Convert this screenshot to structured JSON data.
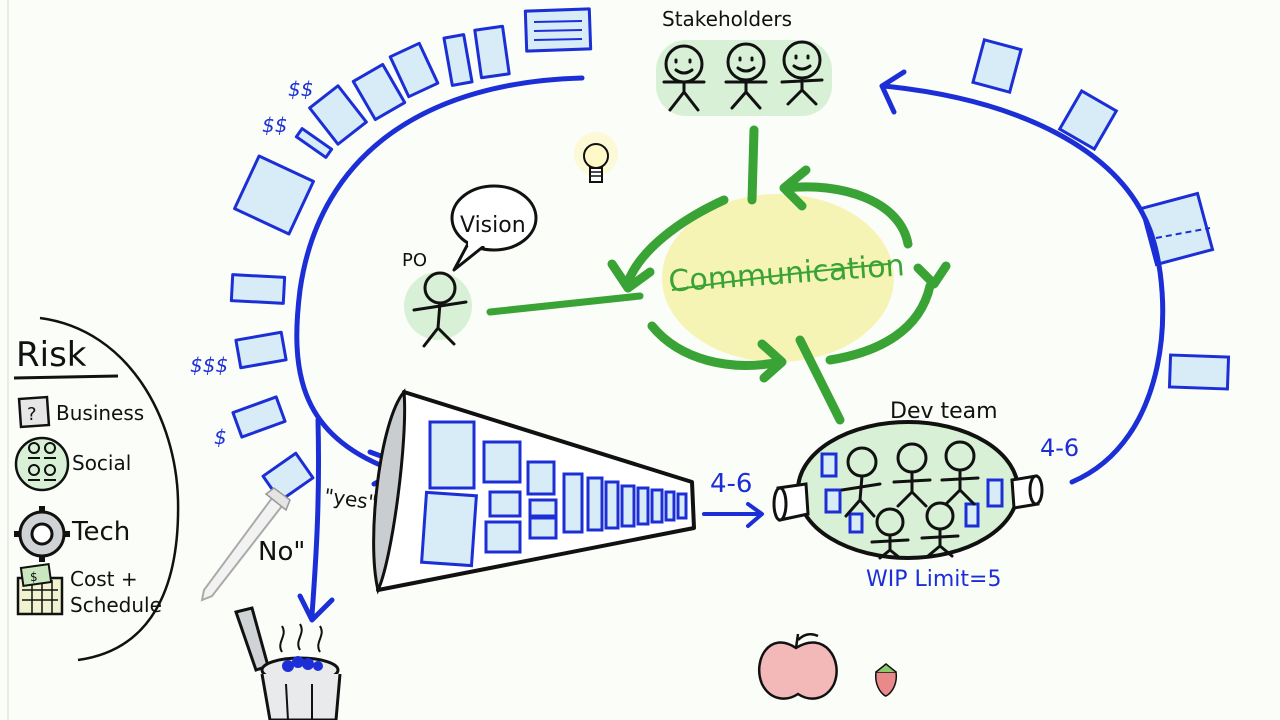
{
  "labels": {
    "stakeholders": "Stakeholders",
    "vision": "Vision",
    "po": "PO",
    "communication": "Communication",
    "dev_team": "Dev team",
    "wip_limit": "WIP Limit=5",
    "throughput_in": "4-6",
    "throughput_out": "4-6",
    "yes": "\"yes\"",
    "no": "No\""
  },
  "value_marks": [
    "$$",
    "$$",
    "$$$",
    "$"
  ],
  "risk": {
    "title": "Risk",
    "items": [
      "Business",
      "Social",
      "Tech",
      "Cost +",
      "Schedule"
    ]
  },
  "icons": [
    "lightbulb-icon",
    "apple-icon",
    "strawberry-icon",
    "trash-can-icon",
    "pen-icon",
    "question-box-icon",
    "people-group-icon",
    "gear-icon",
    "money-calendar-icon"
  ],
  "colors": {
    "blue": "#1c2fd6",
    "green": "#3aa335",
    "card_fill": "#d8ecf8",
    "ink": "#111111",
    "yellow": "#f4f2a8"
  }
}
